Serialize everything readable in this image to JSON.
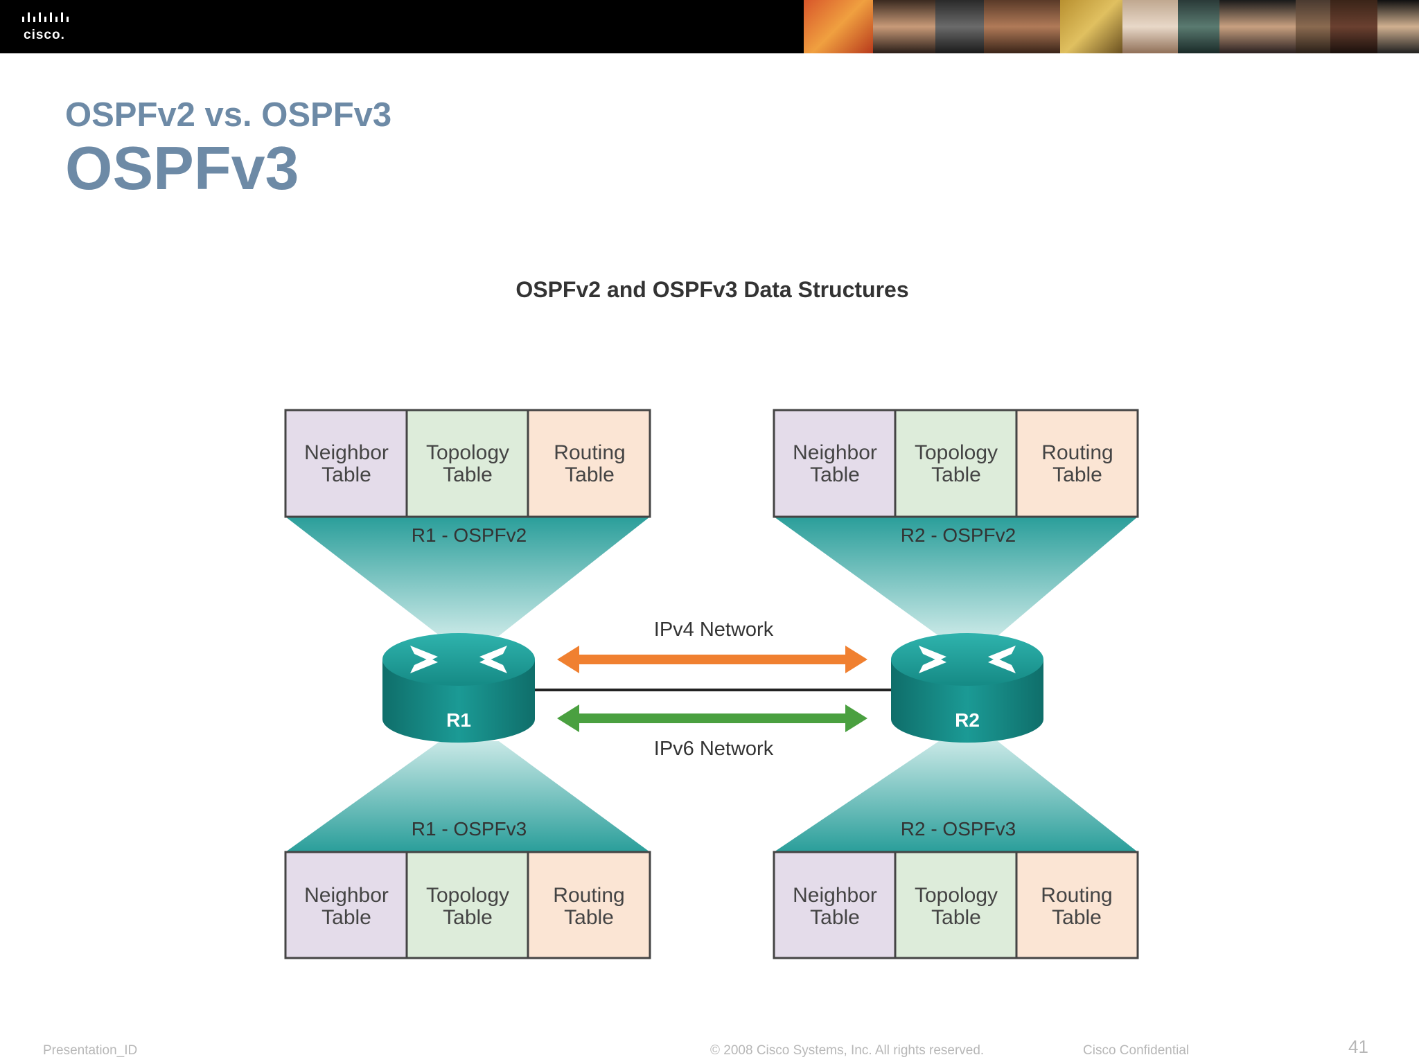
{
  "header": {
    "logo_text": "cisco.",
    "colors": {
      "bar": "#000000",
      "title": "#6d8aa6"
    }
  },
  "slide": {
    "subtitle": "OSPFv2 vs. OSPFv3",
    "title": "OSPFv3"
  },
  "diagram": {
    "title": "OSPFv2 and OSPFv3 Data Structures",
    "table_labels": {
      "neighbor": [
        "Neighbor",
        "Table"
      ],
      "topology": [
        "Topology",
        "Table"
      ],
      "routing": [
        "Routing",
        "Table"
      ]
    },
    "groups": {
      "r1_v2": "R1 - OSPFv2",
      "r2_v2": "R2 - OSPFv2",
      "r1_v3": "R1 - OSPFv3",
      "r2_v3": "R2 - OSPFv3"
    },
    "routers": {
      "r1": "R1",
      "r2": "R2"
    },
    "networks": {
      "ipv4": "IPv4 Network",
      "ipv6": "IPv6 Network"
    },
    "colors": {
      "neighbor": "#e4dcea",
      "topology": "#ddecda",
      "routing": "#fbe5d4",
      "teal": "#2a9e9a",
      "ipv4_arrow": "#f08030",
      "ipv6_arrow": "#4aa040"
    }
  },
  "footer": {
    "presentation_id": "Presentation_ID",
    "copyright": "© 2008 Cisco Systems, Inc. All rights reserved.",
    "confidential": "Cisco Confidential",
    "page_number": "41"
  }
}
